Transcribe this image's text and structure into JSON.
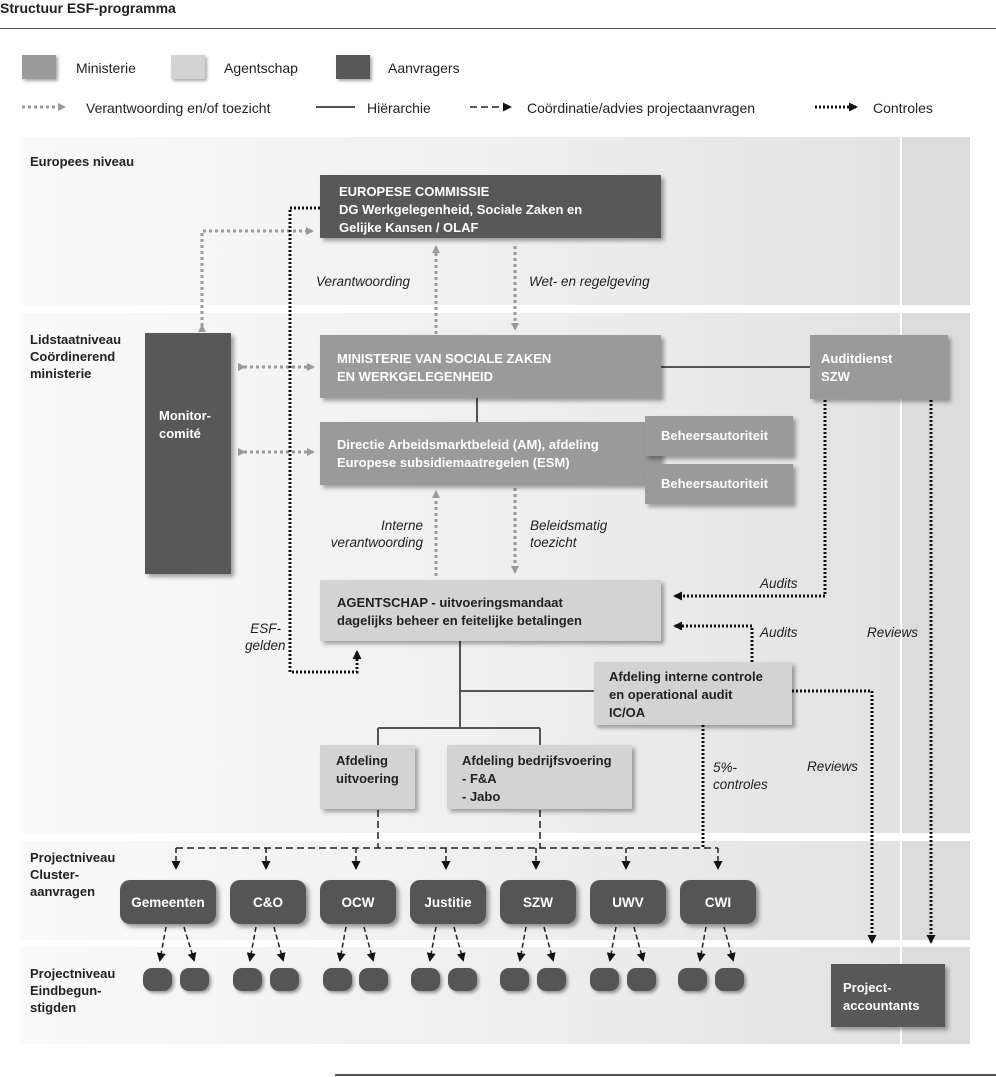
{
  "title": "Structuur ESF-programma",
  "legend": {
    "ministerie": "Ministerie",
    "agentschap": "Agentschap",
    "aanvragers": "Aanvragers",
    "verantwoording": "Verantwoording en/of toezicht",
    "hierarchie": "Hiërarchie",
    "coordinatie": "Coördinatie/advies projectaanvragen",
    "controles": "Controles"
  },
  "levels": {
    "europees": "Europees niveau",
    "lidstaat": "Lidstaatniveau\nCoördinerend\nministerie",
    "cluster": "Projectniveau\nCluster-\naanvragen",
    "eind": "Projectniveau\nEindbegun-\nstigden"
  },
  "boxes": {
    "ec": "EUROPESE COMMISSIE\nDG Werkgelegenheid, Sociale Zaken en\nGelijke Kansen / OLAF",
    "monitor": "Monitor-\ncomité",
    "szw": "MINISTERIE VAN SOCIALE ZAKEN\nEN WERKGELEGENHEID",
    "auditdienst": "Auditdienst\nSZW",
    "directie": "Directie Arbeidsmarktbeleid (AM), afdeling\nEuropese subsidiemaatregelen (ESM)",
    "beheer1": "Beheersautoriteit",
    "beheer2": "Beheersautoriteit",
    "agentschap": "AGENTSCHAP  -  uitvoeringsmandaat\ndagelijks beheer en feitelijke betalingen",
    "icoa": "Afdeling interne controle\nen operational audit\nIC/OA",
    "uitvoering": "Afdeling\nuitvoering",
    "bedrijfsvoering": "Afdeling bedrijfsvoering\n- F&A\n- Jabo",
    "projectaccountants": "Project-\naccountants"
  },
  "annotations": {
    "verantwoording": "Verantwoording",
    "wet": "Wet- en regelgeving",
    "interne": "Interne\nverantwoording",
    "beleids": "Beleidsmatig\ntoezicht",
    "audits1": "Audits",
    "audits2": "Audits",
    "reviews1": "Reviews",
    "reviews2": "Reviews",
    "esf": "ESF-\ngelden",
    "controles5": "5%-\ncontroles"
  },
  "clusters": [
    "Gemeenten",
    "C&O",
    "OCW",
    "Justitie",
    "SZW",
    "UWV",
    "CWI"
  ],
  "colors": {
    "dark": "#585858",
    "mid": "#9a9a9a",
    "light": "#d3d3d3",
    "arrow_grey": "#9a9a9a",
    "arrow_black": "#111111"
  }
}
